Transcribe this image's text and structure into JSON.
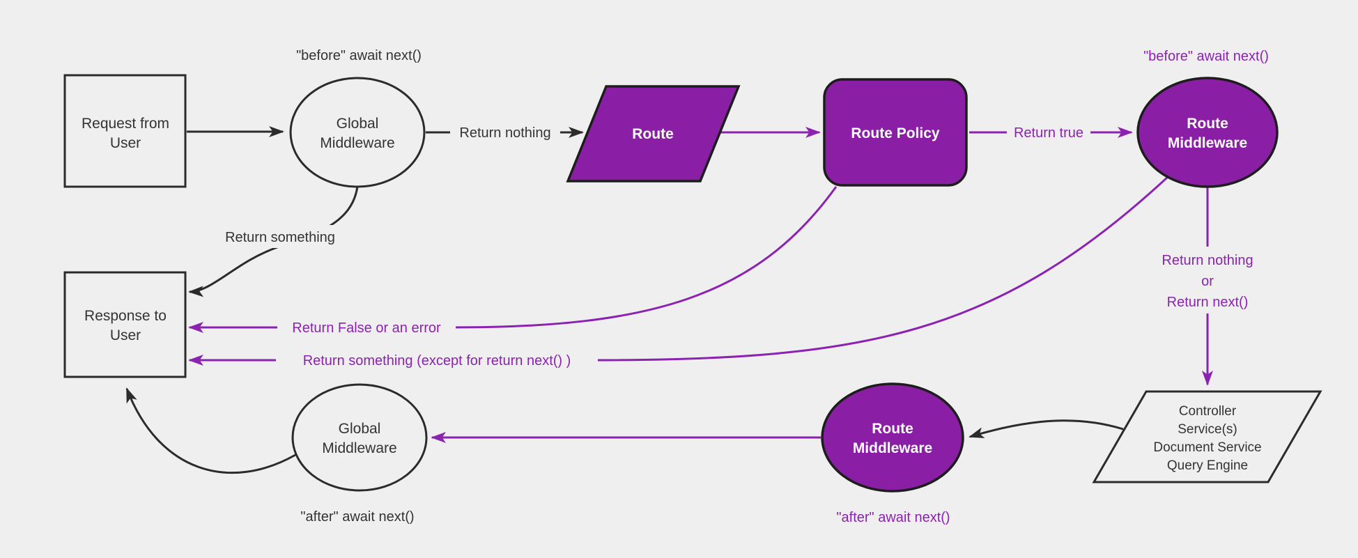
{
  "diagram": {
    "colors": {
      "background": "#f0eff0",
      "purple_fill": "#8a1fa6",
      "purple_line": "#8b22b0",
      "black_line": "#2b2b2b",
      "text_on_purple": "#ffffff",
      "text_dark": "#333333"
    },
    "nodes": {
      "request_from_user": {
        "line1": "Request from",
        "line2": "User"
      },
      "global_middleware_top": {
        "line1": "Global",
        "line2": "Middleware"
      },
      "route": {
        "label": "Route"
      },
      "route_policy": {
        "label": "Route Policy"
      },
      "route_middleware_top": {
        "line1": "Route",
        "line2": "Middleware"
      },
      "controller_services": {
        "line1": "Controller",
        "line2": "Service(s)",
        "line3": "Document Service",
        "line4": "Query Engine"
      },
      "route_middleware_bottom": {
        "line1": "Route",
        "line2": "Middleware"
      },
      "global_middleware_bottom": {
        "line1": "Global",
        "line2": "Middleware"
      },
      "response_to_user": {
        "line1": "Response to",
        "line2": "User"
      }
    },
    "edge_labels": {
      "return_nothing": "Return nothing",
      "return_true": "Return true",
      "return_something": "Return something",
      "return_nothing_or_1": "Return nothing",
      "return_nothing_or_2": "or",
      "return_nothing_or_3": "Return next()",
      "return_false_or_error": "Return False or an error",
      "return_something_except": "Return something (except for return next() )"
    },
    "annotations": {
      "before_await_next_global": "\"before\" await next()",
      "before_await_next_route": "\"before\" await next()",
      "after_await_next_route": "\"after\" await next()",
      "after_await_next_global": "\"after\" await next()"
    }
  }
}
